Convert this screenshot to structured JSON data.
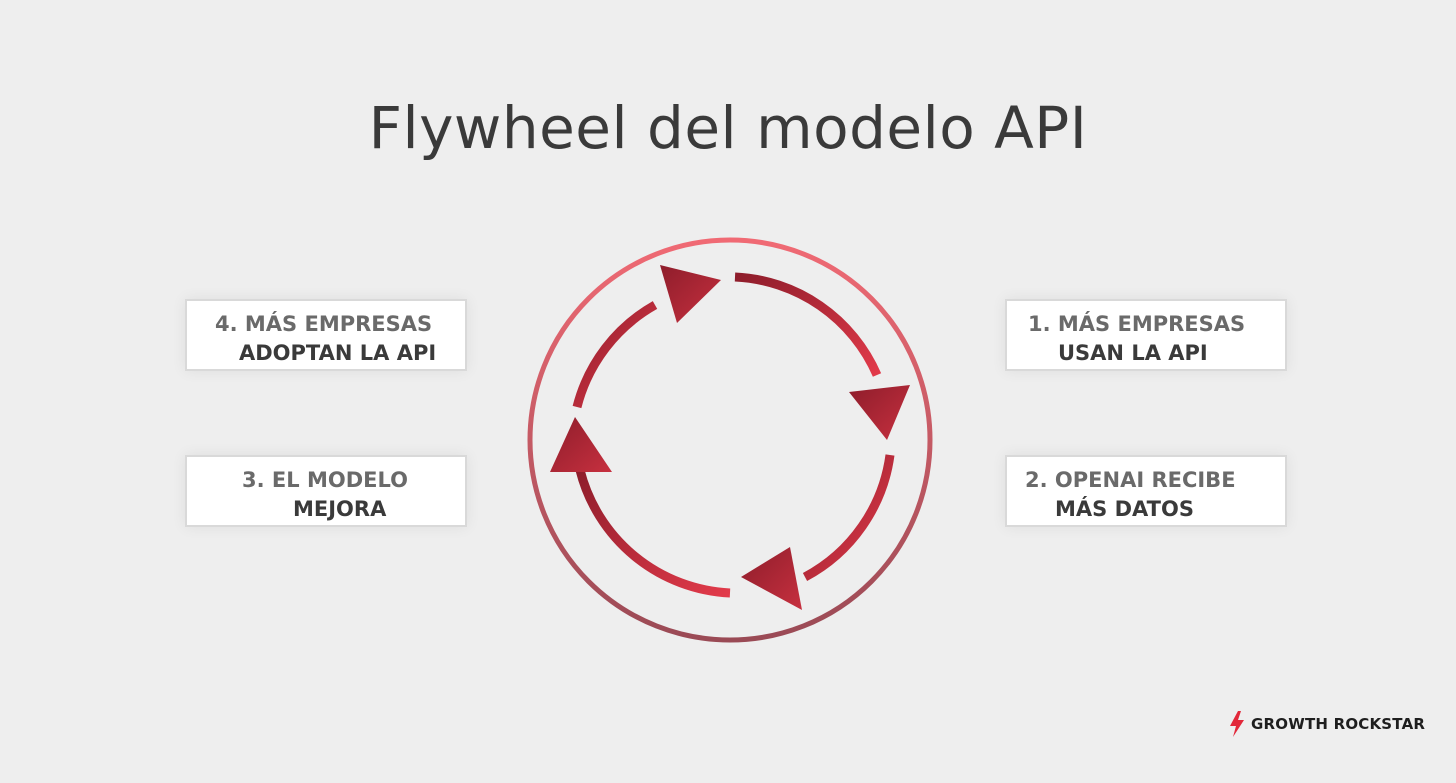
{
  "title": "Flywheel del modelo API",
  "steps": [
    {
      "id": "4",
      "line1": "4. MÁS EMPRESAS",
      "line2": "ADOPTAN LA API"
    },
    {
      "id": "3",
      "line1": "3. EL MODELO",
      "line2": "MEJORA"
    },
    {
      "id": "1",
      "line1": "1. MÁS EMPRESAS",
      "line2": "USAN LA API"
    },
    {
      "id": "2",
      "line1": "2. OPENAI RECIBE",
      "line2": "MÁS DATOS"
    }
  ],
  "brand": {
    "name": "GROWTH ROCKSTAR",
    "icon": "lightning-bolt-icon"
  },
  "colors": {
    "background": "#eeeeee",
    "accent_light": "#e8505b",
    "accent_dark": "#8e1d2b",
    "title": "#3a3a3a"
  }
}
